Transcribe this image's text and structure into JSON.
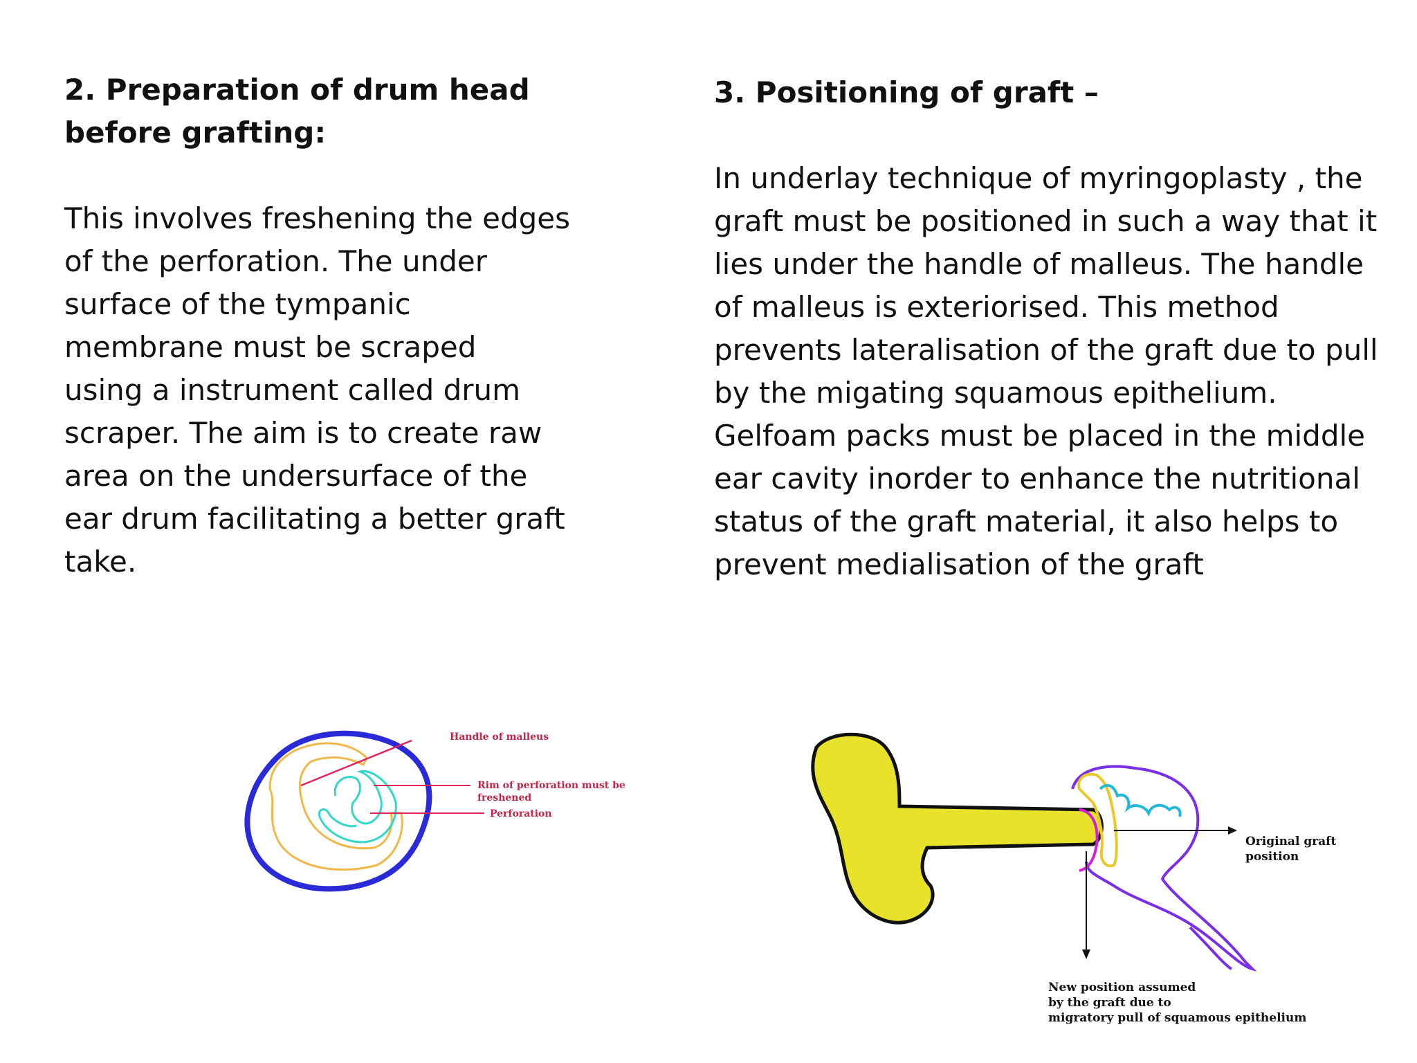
{
  "left": {
    "heading_lines": [
      "2. Preparation of drum head",
      "before grafting:"
    ],
    "body_lines": [
      "This involves freshening the edges",
      "of the perforation. The under",
      "surface of the tympanic",
      "membrane must be scraped",
      "using  a instrument called drum",
      "scraper.  The aim is to create raw",
      "area on the undersurface of the",
      "ear drum facilitating a better graft",
      "take."
    ]
  },
  "right": {
    "heading": "3. Positioning of graft –",
    "body_lines": [
      "In underlay technique of myringoplasty  , the",
      "graft must be positioned in such a way that it",
      "lies under the handle of malleus.  The handle",
      "of malleus is exteriorised.  This method",
      "prevents lateralisation of the graft due to pull",
      "by the migating squamous epithelium.",
      "Gelfoam packs must be placed in the middle",
      "ear cavity inorder to enhance the nutritional",
      "status of the graft material, it also helps to",
      "prevent medialisation of the graft"
    ]
  },
  "figure1": {
    "labels": {
      "handle": "Handle of malleus",
      "rim_line1": "Rim of perforation must be",
      "rim_line2": "freshened",
      "perforation": "Perforation"
    },
    "colors": {
      "drum": "#2a2ad8",
      "rim": "#f0b84a",
      "perforation": "#33d6c8",
      "pointer": "#e0245a"
    }
  },
  "figure2": {
    "labels": {
      "original_line1": "Original graft",
      "original_line2": "position",
      "new_line1": "New position assumed",
      "new_line2": "by the graft due to",
      "new_line3": "migratory pull of squamous epithelium"
    },
    "colors": {
      "malleus": "#e8e22a",
      "canal": "#7a2ee6",
      "graft": "#e9c82a",
      "epithelium": "#22b8d8",
      "new_graft": "#d420d4"
    }
  }
}
